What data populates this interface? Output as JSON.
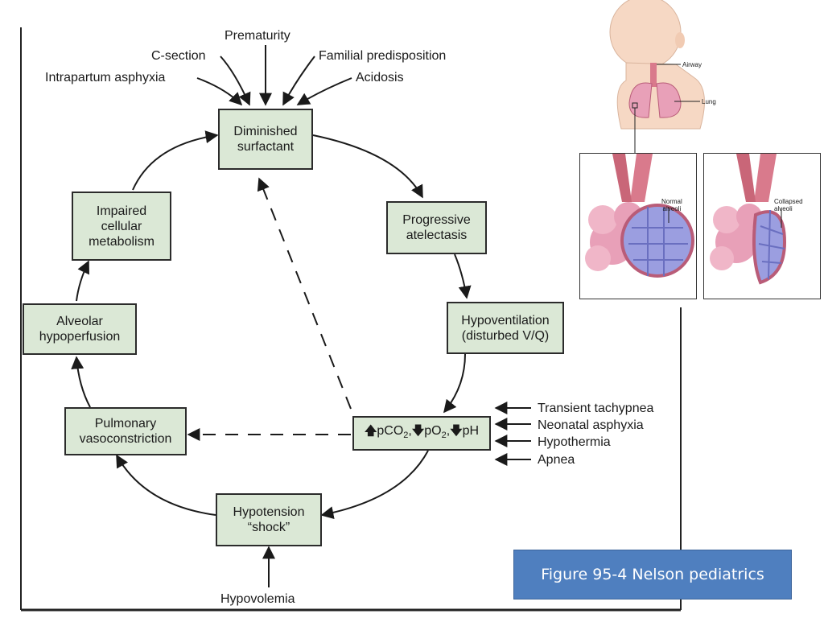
{
  "diagram": {
    "nodes": {
      "surfactant": "Diminished\nsurfactant",
      "atelectasis": "Progressive\natelectasis",
      "hypoventilation": "Hypoventilation\n(disturbed V/Q)",
      "gases": {
        "p1": "pCO",
        "sub1": "2",
        "p2": "pO",
        "sub2": "2",
        "p3": "pH",
        "comma": ","
      },
      "hypotension": "Hypotension\n“shock”",
      "vasoconstriction": "Pulmonary\nvasoconstriction",
      "hypoperfusion": "Alveolar\nhypoperfusion",
      "metabolism": "Impaired\ncellular\nmetabolism"
    },
    "top_factors": {
      "prematurity": "Prematurity",
      "c_section": "C-section",
      "familial": "Familial predisposition",
      "asphyxia": "Intrapartum asphyxia",
      "acidosis": "Acidosis"
    },
    "right_factors": {
      "tachypnea": "Transient tachypnea",
      "neonatal": "Neonatal asphyxia",
      "hypothermia": "Hypothermia",
      "apnea": "Apnea"
    },
    "bottom_factor": "Hypovolemia"
  },
  "illustration": {
    "airway": "Airway",
    "lung": "Lung",
    "normal": "Normal\nalveoli",
    "collapsed": "Collapsed\nalveoli"
  },
  "figure_label": "Figure 95-4 Nelson pediatrics",
  "colors": {
    "node_fill": "#dbe8d6",
    "label_fill": "#4f7fbf",
    "alveoli_blue": "#9b9ee0",
    "lung_pink": "#e8a0b8",
    "skin": "#f6d8c4"
  }
}
